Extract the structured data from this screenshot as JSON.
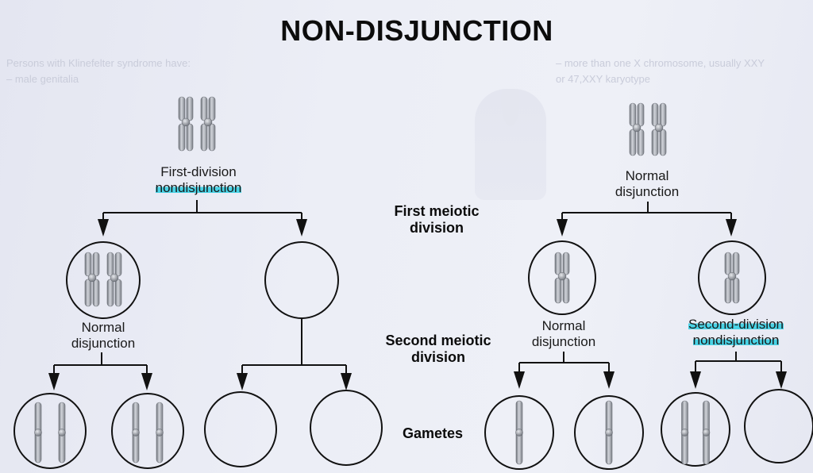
{
  "title": "NON-DISJUNCTION",
  "background_ghost_text": [
    "Persons with Klinefelter syndrome have:",
    "– male genitalia",
    "– more than one X chromosome, usually XXY",
    "or 47,XXY karyotype"
  ],
  "stage_labels": {
    "first_meiotic": [
      "First meiotic",
      "division"
    ],
    "second_meiotic": [
      "Second meiotic",
      "division"
    ],
    "gametes": "Gametes"
  },
  "left_pathway": {
    "event_label": [
      "First-division",
      "nondisjunction"
    ],
    "highlighted_line": 2,
    "parent_chromosomes": 2,
    "after_first_division": [
      {
        "chromosome_count": 2,
        "type": "replicated"
      },
      {
        "chromosome_count": 0,
        "type": "empty"
      }
    ],
    "second_division_label": [
      "Normal",
      "disjunction"
    ],
    "gametes": [
      {
        "chromosome_count": 2
      },
      {
        "chromosome_count": 2
      },
      {
        "chromosome_count": 0
      },
      {
        "chromosome_count": 0
      }
    ]
  },
  "right_pathway": {
    "event_label": [
      "Normal",
      "disjunction"
    ],
    "parent_chromosomes": 2,
    "after_first_division": [
      {
        "chromosome_count": 1,
        "type": "replicated"
      },
      {
        "chromosome_count": 1,
        "type": "replicated"
      }
    ],
    "second_division_labels": [
      {
        "lines": [
          "Normal",
          "disjunction"
        ],
        "highlighted": false
      },
      {
        "lines": [
          "Second-division",
          "nondisjunction"
        ],
        "highlighted": true
      }
    ],
    "gametes": [
      {
        "chromosome_count": 1
      },
      {
        "chromosome_count": 1
      },
      {
        "chromosome_count": 2
      },
      {
        "chromosome_count": 0
      }
    ]
  },
  "colors": {
    "highlight": "#49d3e6",
    "line": "#111111",
    "chromosome": "#9a9ea6"
  }
}
